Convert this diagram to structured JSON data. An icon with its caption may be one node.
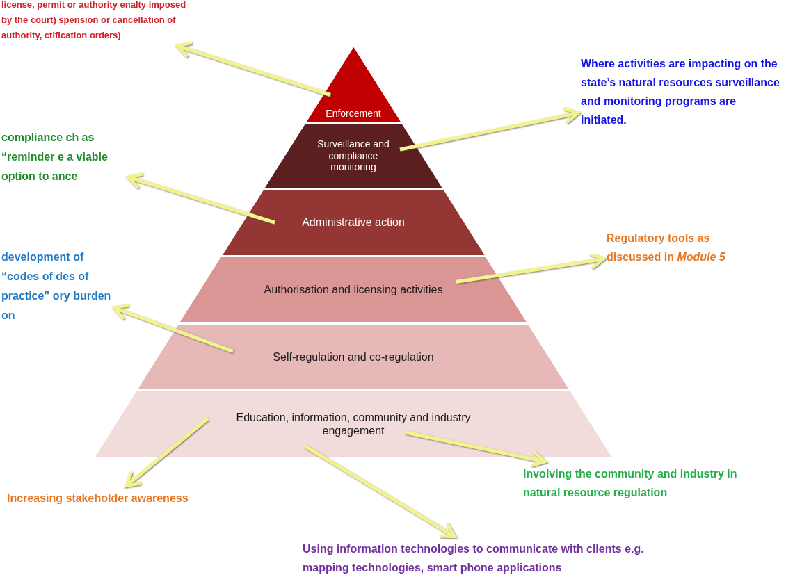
{
  "diagram": {
    "nodes": [
      {
        "text": [
          "Enforcement"
        ]
      },
      {
        "text": [
          "Surveillance and compliance monitoring"
        ]
      },
      {
        "text": [
          "Administrative action"
        ]
      },
      {
        "text": [
          "Authorisation and licensing activities"
        ]
      },
      {
        "text": [
          "Self-regulation and co-regulation"
        ]
      },
      {
        "text": [
          "Education, information, community and industry engagement"
        ]
      },
      {
        "text": [
          "license, permit or authority enalty imposed by the court) spension or cancellation of authority, ctification orders)"
        ]
      },
      {
        "text": [
          "Where activities are impacting on the state’s natural resources surveillance and monitoring programs are initiated."
        ]
      },
      {
        "text": [
          "compliance ch as “reminder e a viable option to ance"
        ]
      },
      {
        "text": [
          "Regulatory tools as discussed in *Module 5*"
        ]
      },
      {
        "text": [
          "development of “codes of des of practice” ory burden on"
        ]
      },
      {
        "text": [
          "Increasing stakeholder awareness"
        ]
      },
      {
        "text": [
          "Involving the community and industry in natural resource regulation"
        ]
      },
      {
        "text": [
          "Using information technologies to communicate with clients e.g. mapping technologies, smart phone applications"
        ]
      }
    ],
    "edges": [
      {
        "from": 0,
        "to": 6,
        "arrow": "to"
      },
      {
        "from": 1,
        "to": 7,
        "arrow": "to"
      },
      {
        "from": 2,
        "to": 8,
        "arrow": "to"
      },
      {
        "from": 3,
        "to": 9,
        "arrow": "to"
      },
      {
        "from": 4,
        "to": 10,
        "arrow": "to"
      },
      {
        "from": 5,
        "to": 11,
        "arrow": "to"
      },
      {
        "from": 5,
        "to": 13,
        "arrow": "to"
      },
      {
        "from": 5,
        "to": 12,
        "arrow": "to"
      }
    ]
  }
}
